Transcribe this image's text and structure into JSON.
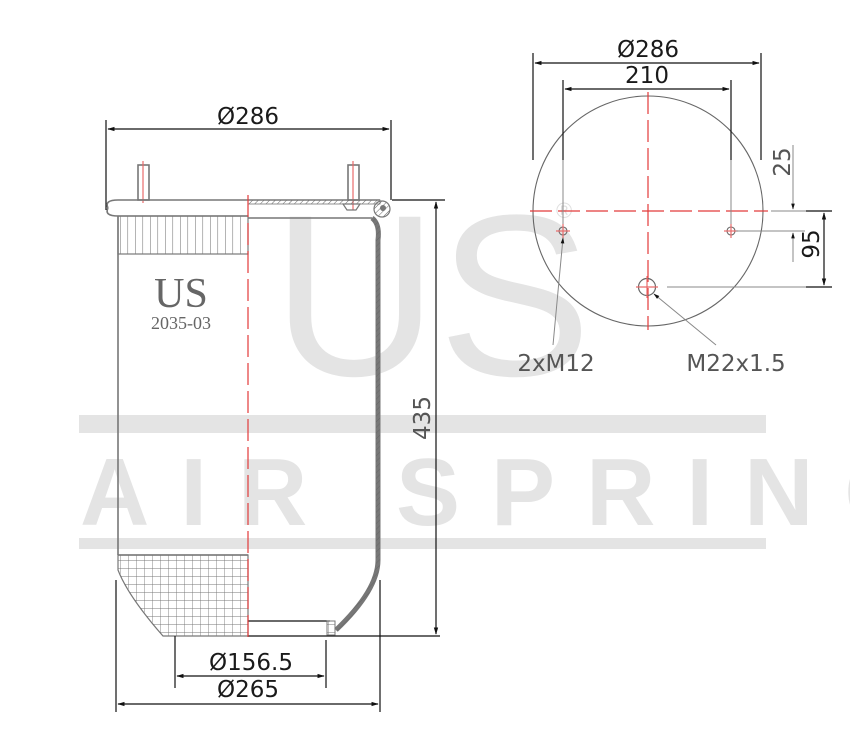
{
  "watermark": {
    "brand": "US",
    "registered_mark": "®",
    "tagline": "AIR SPRING",
    "color": "#e4e4e4"
  },
  "side_view": {
    "label_brand": "US",
    "label_model": "2035-03",
    "dimensions": {
      "top_diameter": "Ø286",
      "height": "435",
      "piston_inner_diameter": "Ø156.5",
      "piston_outer_diameter": "Ø265"
    }
  },
  "top_view": {
    "dimensions": {
      "outer_diameter": "Ø286",
      "bolt_spacing": "210",
      "offset_small": "25",
      "offset_large": "95"
    },
    "callouts": {
      "stud_bolts": "2xM12",
      "air_fitting": "M22x1.5"
    }
  },
  "colors": {
    "outline": "#777777",
    "dimension": "#111111",
    "centerline": "#e23a3a"
  }
}
